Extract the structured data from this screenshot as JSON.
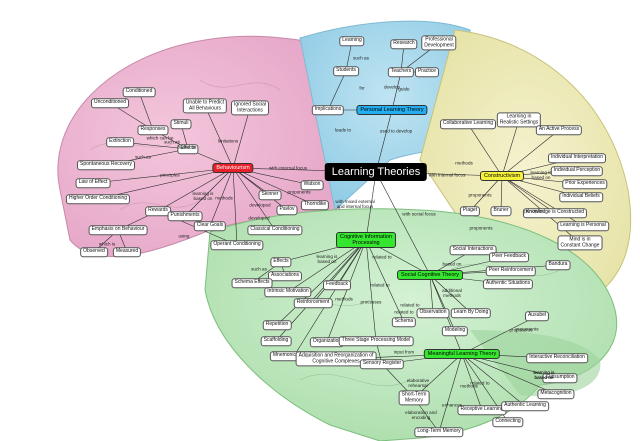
{
  "root": "Learning Theories",
  "hubs": [
    {
      "id": "h_beh",
      "text": "Behaviourism",
      "bg": "#e8202a",
      "fg": "#ffffff"
    },
    {
      "id": "h_plt",
      "text": "Personal Learning Theory",
      "bg": "#22aef0",
      "fg": "#000000"
    },
    {
      "id": "h_con",
      "text": "Constructivism",
      "bg": "#f6f23a",
      "fg": "#000000"
    },
    {
      "id": "h_cip",
      "text": "Cognitive Information\nProcessing",
      "bg": "#35e62e",
      "fg": "#000000"
    },
    {
      "id": "h_sct",
      "text": "Social Cognitive Theory",
      "bg": "#35e62e",
      "fg": "#000000"
    },
    {
      "id": "h_mlt",
      "text": "Meaningful Learning Theory",
      "bg": "#35e62e",
      "fg": "#000000"
    }
  ],
  "nodes": [
    {
      "id": "n_learning",
      "text": "Learning"
    },
    {
      "id": "n_research",
      "text": "Research"
    },
    {
      "id": "n_profdev",
      "text": "Professional\nDevelopment"
    },
    {
      "id": "n_students",
      "text": "Students"
    },
    {
      "id": "n_teachers",
      "text": "Teachers"
    },
    {
      "id": "n_practice",
      "text": "Practice"
    },
    {
      "id": "n_implications",
      "text": "Implications"
    },
    {
      "id": "n_conditioned",
      "text": "Conditioned"
    },
    {
      "id": "n_unconditioned",
      "text": "Unconditioned"
    },
    {
      "id": "n_unable",
      "text": "Unable to Predict\nAll Behaviours"
    },
    {
      "id": "n_ignored",
      "text": "Ignored Social\nInteractions"
    },
    {
      "id": "n_stimuli",
      "text": "Stimuli"
    },
    {
      "id": "n_responses",
      "text": "Responses"
    },
    {
      "id": "n_effects1",
      "text": "Effects"
    },
    {
      "id": "n_extinction",
      "text": "Extinction"
    },
    {
      "id": "n_spontaneous",
      "text": "Spontaneous Recovery"
    },
    {
      "id": "n_law",
      "text": "Law of Effect"
    },
    {
      "id": "n_higher",
      "text": "Higher Order Conditioning"
    },
    {
      "id": "n_watson",
      "text": "Watson"
    },
    {
      "id": "n_skinner",
      "text": "Skinner"
    },
    {
      "id": "n_pavlov",
      "text": "Pavlov"
    },
    {
      "id": "n_thorndike",
      "text": "Thorndike"
    },
    {
      "id": "n_rewards",
      "text": "Rewards"
    },
    {
      "id": "n_punishments",
      "text": "Punishments"
    },
    {
      "id": "n_emphasis",
      "text": "Emphasis on Behaviour"
    },
    {
      "id": "n_observed",
      "text": "Observed"
    },
    {
      "id": "n_measured",
      "text": "Measured"
    },
    {
      "id": "n_cleargoals",
      "text": "Clear Goals"
    },
    {
      "id": "n_classical",
      "text": "Classical Conditioning"
    },
    {
      "id": "n_operant",
      "text": "Operant Conditioning"
    },
    {
      "id": "n_collab",
      "text": "Collaborative Learning"
    },
    {
      "id": "n_realistic",
      "text": "Learning in\nRealistic Settings"
    },
    {
      "id": "n_active",
      "text": "An Active Process"
    },
    {
      "id": "n_indinterp",
      "text": "Individual Interpretation"
    },
    {
      "id": "n_indperc",
      "text": "Individual Perception"
    },
    {
      "id": "n_prior",
      "text": "Prior Experiences"
    },
    {
      "id": "n_indbel",
      "text": "Individual Beliefs"
    },
    {
      "id": "n_knowledge",
      "text": "Knowledge is Constructed"
    },
    {
      "id": "n_personal",
      "text": "Learning is Personal"
    },
    {
      "id": "n_mind",
      "text": "Mind is in\nConstant Change"
    },
    {
      "id": "n_piaget",
      "text": "Piaget"
    },
    {
      "id": "n_bruner",
      "text": "Bruner"
    },
    {
      "id": "n_effects2",
      "text": "Effects"
    },
    {
      "id": "n_associations",
      "text": "Associations"
    },
    {
      "id": "n_schema_eff",
      "text": "Schema Effects"
    },
    {
      "id": "n_intrinsic",
      "text": "Intrinsic Motivation"
    },
    {
      "id": "n_feedback1",
      "text": "Feedback"
    },
    {
      "id": "n_reinforcement",
      "text": "Reinforcement"
    },
    {
      "id": "n_social_int",
      "text": "Social Interactions"
    },
    {
      "id": "n_peer_fb",
      "text": "Peer Feedback"
    },
    {
      "id": "n_peer_reinf",
      "text": "Peer Reinforcement"
    },
    {
      "id": "n_authentic_sit",
      "text": "Authentic Situations"
    },
    {
      "id": "n_bandura",
      "text": "Bandura"
    },
    {
      "id": "n_observation",
      "text": "Observation"
    },
    {
      "id": "n_learnbydoing",
      "text": "Learn By Doing"
    },
    {
      "id": "n_modeling",
      "text": "Modeling"
    },
    {
      "id": "n_ausubel",
      "text": "Ausubel"
    },
    {
      "id": "n_repetition",
      "text": "Repetition"
    },
    {
      "id": "n_scaffolding",
      "text": "Scaffolding"
    },
    {
      "id": "n_mnemonic",
      "text": "Mnemonic Devices"
    },
    {
      "id": "n_organization",
      "text": "Organization"
    },
    {
      "id": "n_schema",
      "text": "Schema"
    },
    {
      "id": "n_threestage",
      "text": "Three Stage Processing Model"
    },
    {
      "id": "n_adquisition",
      "text": "Adquisition and Reorganization of\nCognitive Complexes"
    },
    {
      "id": "n_sensory",
      "text": "Sensory Register"
    },
    {
      "id": "n_shortterm",
      "text": "Short-Term\nMemory"
    },
    {
      "id": "n_longterm",
      "text": "Long-Term Memory"
    },
    {
      "id": "n_receptive",
      "text": "Receptive Learning"
    },
    {
      "id": "n_authentic_learn",
      "text": "Authentic Learning"
    },
    {
      "id": "n_connecting",
      "text": "Connecting"
    },
    {
      "id": "n_interactive",
      "text": "Interactive Reconciliation"
    },
    {
      "id": "n_subsumption",
      "text": "Subsumption"
    },
    {
      "id": "n_metacognition",
      "text": "Metacognition"
    }
  ],
  "labels": [
    "such as",
    "for",
    "develop",
    "guide",
    "leads to",
    "used to develop",
    "limitations",
    "which can be",
    "such as",
    "based on",
    "such as",
    "principles",
    "learning is\nbased on",
    "methods",
    "developed",
    "developed",
    "proponents",
    "which is",
    "using",
    "with external focus",
    "with internal focus",
    "with mixed external\nand internal focus",
    "with social focus",
    "methods",
    "learning is\nbased on",
    "proponents",
    "principles",
    "learning is\nbased on",
    "such as",
    "learning is\nbased on",
    "related to",
    "methods",
    "processes",
    "related to",
    "related to",
    "proponents",
    "based on",
    "additional\nmethods",
    "related to",
    "proponents",
    "input from",
    "elaborative\nrehearsal",
    "methods",
    "elaboration and\nencoding",
    "enhances",
    "learning is\nbased on",
    "related to",
    "proponents"
  ]
}
